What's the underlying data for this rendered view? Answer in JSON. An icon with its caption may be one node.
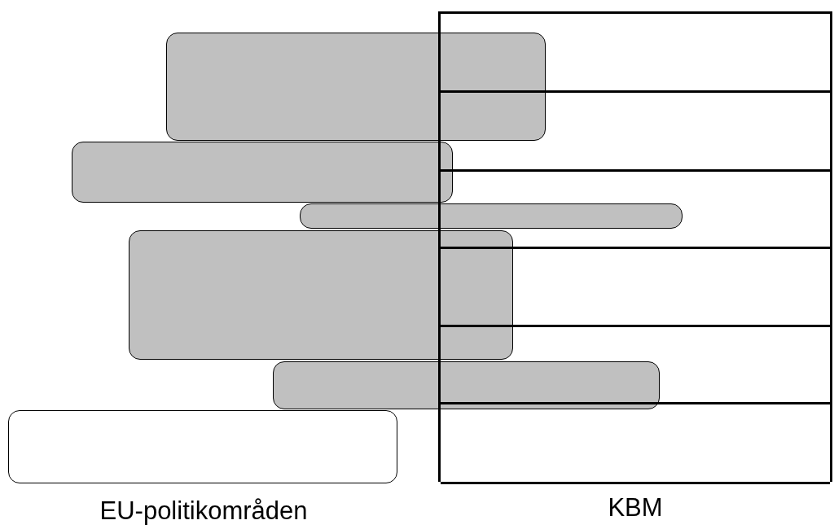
{
  "diagram": {
    "nodes": [
      {
        "text": [],
        "shape": "box"
      },
      {
        "text": [],
        "shape": "box"
      },
      {
        "text": [],
        "shape": "box"
      },
      {
        "text": [],
        "shape": "box"
      },
      {
        "text": [],
        "shape": "box"
      },
      {
        "text": [],
        "shape": "box"
      },
      {
        "text": [
          "KBM"
        ]
      },
      {
        "text": [],
        "shape": "box",
        "in": 6
      },
      {
        "text": [],
        "shape": "box",
        "in": 6
      },
      {
        "text": [],
        "shape": "box",
        "in": 6
      },
      {
        "text": [],
        "shape": "box",
        "in": 6
      },
      {
        "text": [],
        "shape": "box",
        "in": 6
      },
      {
        "text": [],
        "shape": "box",
        "in": 6
      }
    ],
    "edges": [],
    "labels": [
      "EU-politikområden"
    ]
  }
}
